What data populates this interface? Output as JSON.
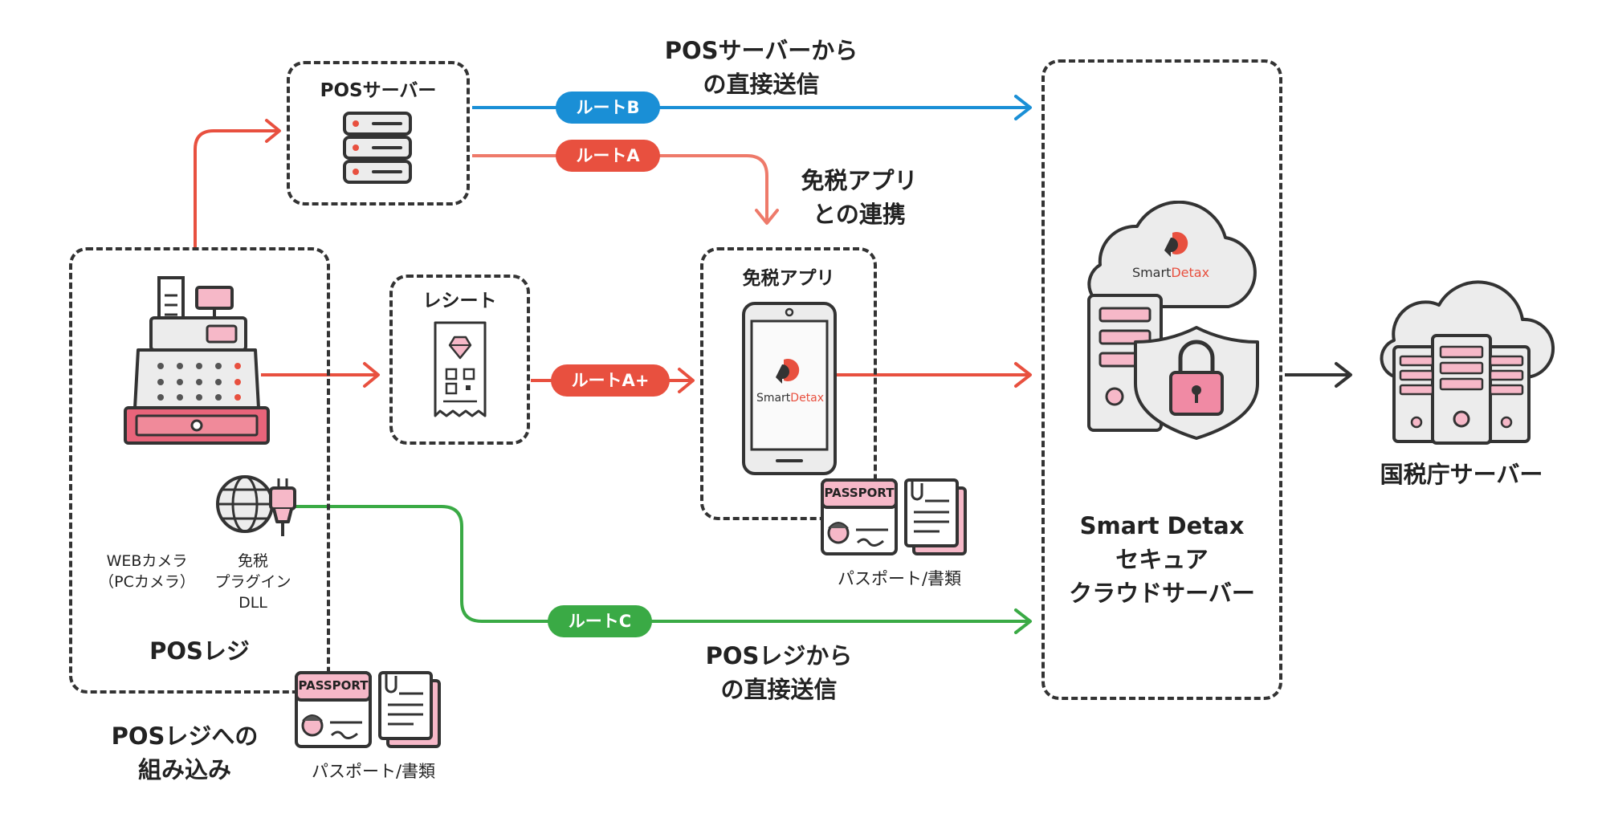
{
  "pos_server": {
    "label": "POSサーバー"
  },
  "receipt": {
    "label": "レシート"
  },
  "app_box": {
    "label": "免税アプリ"
  },
  "pos_register": {
    "label": "POSレジ",
    "webcam": [
      "WEBカメラ",
      "（PCカメラ）"
    ],
    "plugin": [
      "免税",
      "プラグイン",
      "DLL"
    ]
  },
  "routes": {
    "b": "ルートB",
    "a": "ルートA",
    "a_plus": "ルートA+",
    "c": "ルートC"
  },
  "annotations": {
    "pos_server_direct": [
      "POSサーバーから",
      "の直接送信"
    ],
    "app_link": [
      "免税アプリ",
      "との連携"
    ],
    "pos_register_direct": [
      "POSレジから",
      "の直接送信"
    ],
    "embed": [
      "POSレジへの",
      "組み込み"
    ]
  },
  "documents": {
    "passport_word": "PASSPORT",
    "caption": "パスポート/書類"
  },
  "brand": {
    "smart": "Smart",
    "detax": "Detax"
  },
  "cloud": {
    "label": [
      "Smart Detax",
      "セキュア",
      "クラウドサーバー"
    ]
  },
  "nta": {
    "label": "国税庁サーバー"
  },
  "colors": {
    "red": "#e8503f",
    "blue": "#1a8fd6",
    "green": "#3aaa45",
    "pink": "#f6b8c8",
    "outline": "#333333"
  }
}
